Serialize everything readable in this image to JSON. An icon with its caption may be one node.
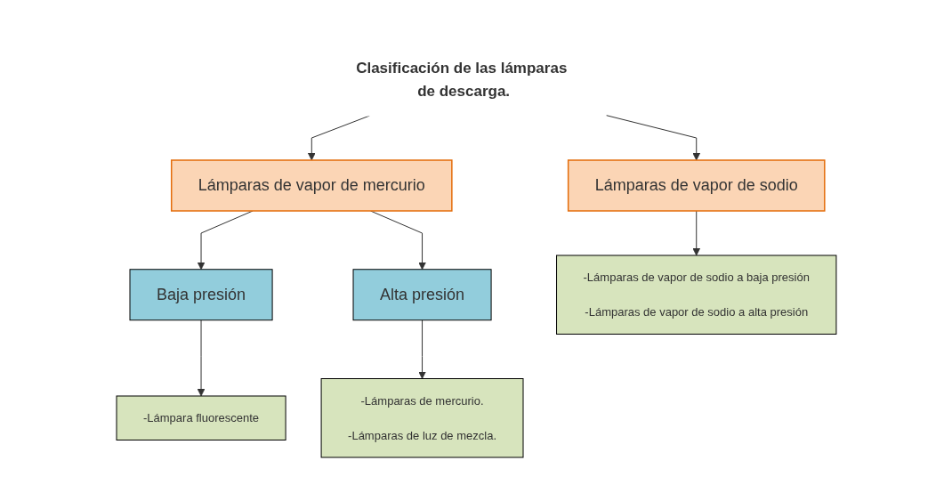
{
  "diagram": {
    "nodes": [
      {
        "text": [
          "Clasificación de las lámparas de descarga."
        ]
      },
      {
        "text": [
          "Lámparas de vapor de mercurio"
        ]
      },
      {
        "text": [
          "Lámparas de vapor de sodio"
        ]
      },
      {
        "text": [
          "Baja presión"
        ]
      },
      {
        "text": [
          "Alta presión"
        ]
      },
      {
        "text": [
          "-Lámpara fluorescente"
        ]
      },
      {
        "text": [
          "-Lámparas de mercurio.",
          "-Lámparas de luz de mezcla."
        ]
      },
      {
        "text": [
          "-Lámparas de vapor de sodio a baja presión",
          "-Lámparas de vapor de sodio a alta presión"
        ]
      }
    ],
    "edges": [
      {
        "from": 0,
        "to": 1,
        "arrow": "to"
      },
      {
        "from": 0,
        "to": 2,
        "arrow": "to"
      },
      {
        "from": 1,
        "to": 3,
        "arrow": "to"
      },
      {
        "from": 1,
        "to": 4,
        "arrow": "to"
      },
      {
        "from": 3,
        "to": 5,
        "arrow": "to"
      },
      {
        "from": 4,
        "to": 6,
        "arrow": "to"
      },
      {
        "from": 2,
        "to": 7,
        "arrow": "to"
      }
    ]
  }
}
